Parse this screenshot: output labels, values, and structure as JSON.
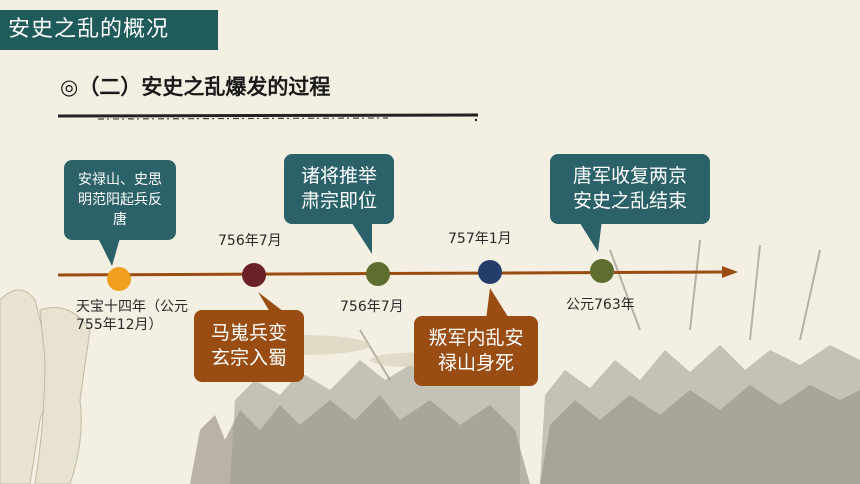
{
  "header": {
    "title": "安史之乱的概况"
  },
  "section": {
    "title": "◎（二）安史之乱爆发的过程"
  },
  "timeline": {
    "events": [
      {
        "id": "e1",
        "dot_color": "#f0a01e",
        "event_text": "安禄山、史思明范阳起兵反唐",
        "date_text": "天宝十四年（公元755年12月）"
      },
      {
        "id": "e2",
        "dot_color": "#6a2226",
        "event_text": "马嵬兵变玄宗入蜀",
        "date_text": "756年7月"
      },
      {
        "id": "e3",
        "dot_color": "#5e6e2e",
        "event_text": "诸将推举肃宗即位",
        "date_text": "756年7月"
      },
      {
        "id": "e4",
        "dot_color": "#253d6b",
        "event_text": "叛军内乱安禄山身死",
        "date_text": "757年1月"
      },
      {
        "id": "e5",
        "dot_color": "#5e6e2e",
        "event_text": "唐军收复两京安史之乱结束",
        "date_text": "公元763年"
      }
    ],
    "arrow_color": "#9a4d12",
    "teal_color": "#2b6168",
    "brown_color": "#9a4d12"
  }
}
